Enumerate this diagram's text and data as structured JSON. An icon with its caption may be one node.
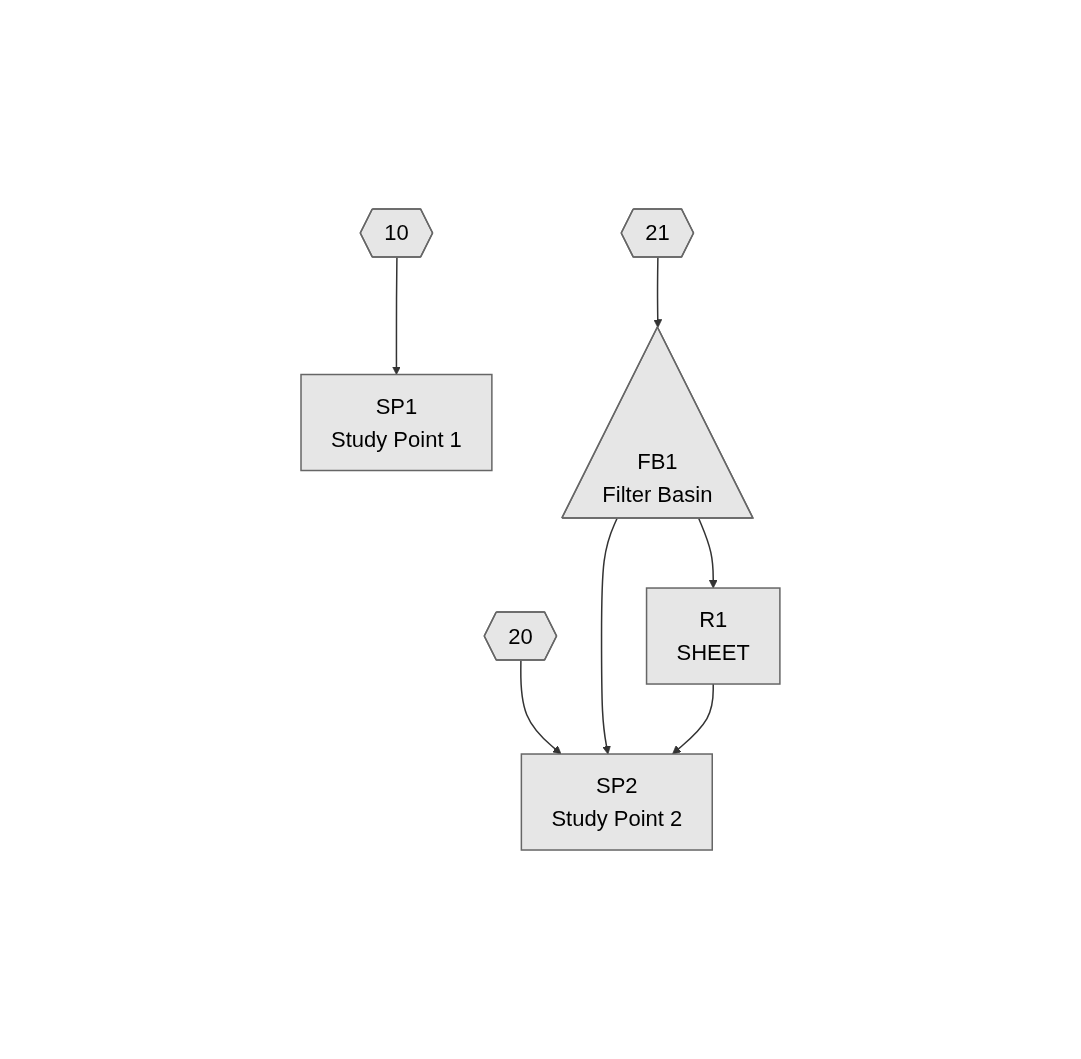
{
  "diagram": {
    "nodes": [
      {
        "text": [
          "10"
        ]
      },
      {
        "text": [
          "SP1",
          "Study Point 1"
        ]
      },
      {
        "text": [
          "20"
        ]
      },
      {
        "text": [
          "21"
        ]
      },
      {
        "text": [
          "FB1",
          "Filter Basin"
        ]
      },
      {
        "text": [
          "SP2",
          "Study Point 2"
        ]
      },
      {
        "text": [
          "R1",
          "SHEET"
        ]
      }
    ],
    "edges": [
      {
        "from": 0,
        "to": 1,
        "arrow": "to"
      },
      {
        "from": 2,
        "to": 5,
        "arrow": "to"
      },
      {
        "from": 3,
        "to": 4,
        "arrow": "to"
      },
      {
        "from": 4,
        "to": 5,
        "arrow": "to"
      },
      {
        "from": 4,
        "to": 6,
        "arrow": "to"
      },
      {
        "from": 6,
        "to": 5,
        "arrow": "to"
      }
    ]
  }
}
